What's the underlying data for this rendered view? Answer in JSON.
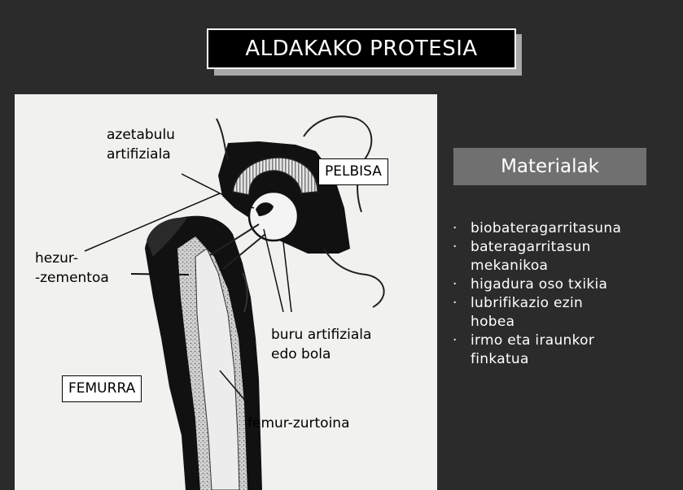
{
  "title": "ALDAKAKO PROTESIA",
  "diagram": {
    "labels": {
      "acetabulum_line1": "azetabulu",
      "acetabulum_line2": "artifiziala",
      "pelvis": "PELBISA",
      "cement_line1": "hezur-",
      "cement_line2": "-zementoa",
      "head_line1": "buru artifiziala",
      "head_line2": "edo bola",
      "femur": "FEMURRA",
      "stem": "femur-zurtoina"
    }
  },
  "materials": {
    "header": "Materialak",
    "bullet_symbol": "·",
    "items": [
      {
        "line1": "biobateragarritasuna",
        "line2": ""
      },
      {
        "line1": "bateragarritasun",
        "line2": "mekanikoa"
      },
      {
        "line1": "higadura oso txikia",
        "line2": ""
      },
      {
        "line1": "lubrifikazio ezin",
        "line2": "hobea"
      },
      {
        "line1": "irmo eta iraunkor",
        "line2": "finkatua"
      }
    ]
  },
  "colors": {
    "background": "#2b2b2b",
    "title_box": "#000000",
    "title_shadow": "#a8a8a8",
    "materials_header": "#707070",
    "image_paper": "#f1f1ef"
  }
}
